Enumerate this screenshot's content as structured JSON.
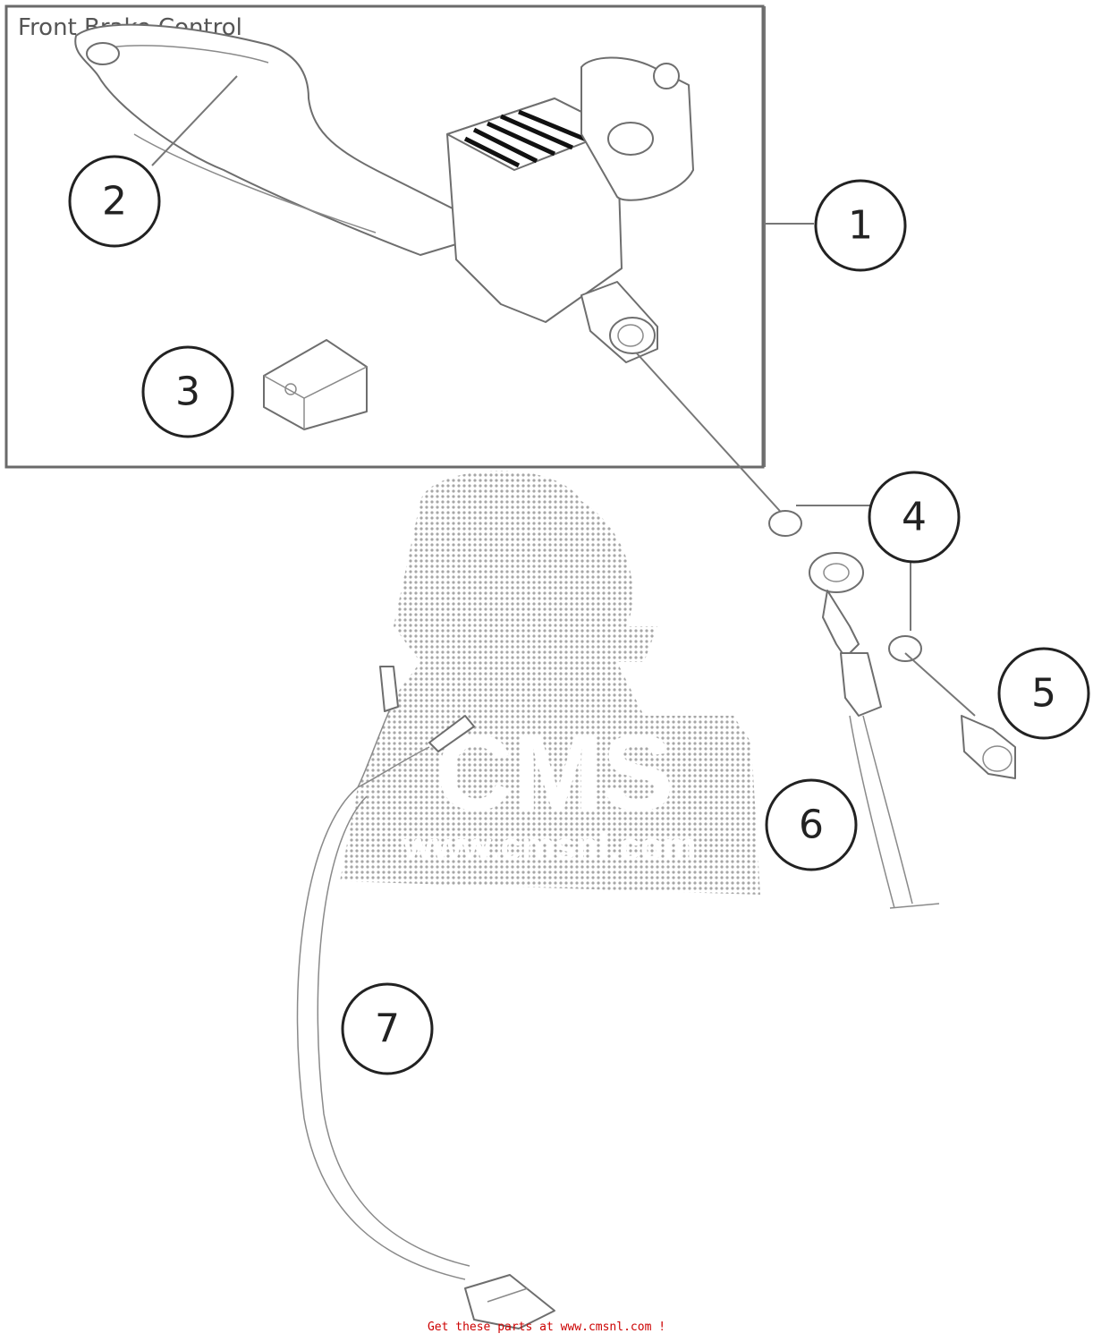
{
  "title": "Front Brake Control",
  "footer": "Get these parts at www.cmsnl.com !",
  "watermark": {
    "brand": "CMS",
    "url": "www.cmsnl.com"
  },
  "callouts": [
    {
      "num": "1"
    },
    {
      "num": "2"
    },
    {
      "num": "3"
    },
    {
      "num": "4"
    },
    {
      "num": "5"
    },
    {
      "num": "6"
    },
    {
      "num": "7"
    }
  ],
  "colors": {
    "line": "#777777",
    "footer": "#cc0000",
    "watermark": "#888888"
  }
}
